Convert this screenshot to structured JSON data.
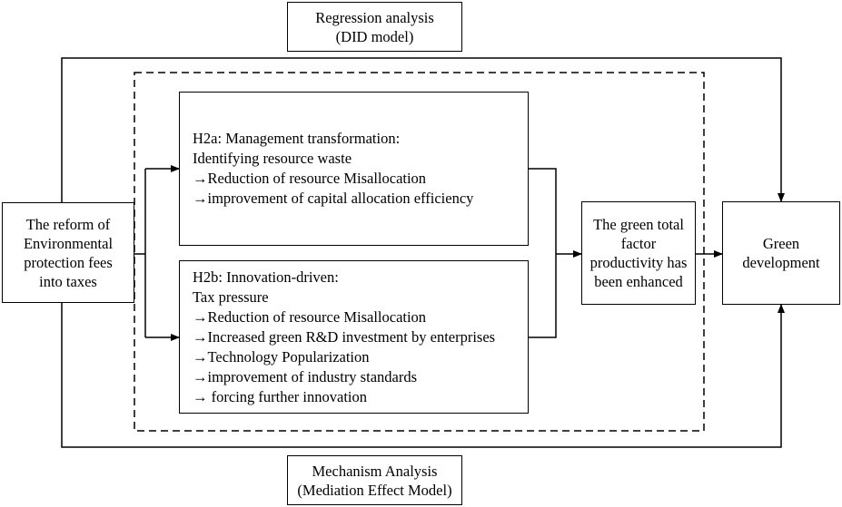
{
  "top_label": {
    "line1": "Regression analysis",
    "line2": "(DID model)"
  },
  "bottom_label": {
    "line1": "Mechanism Analysis",
    "line2": "(Mediation Effect Model)"
  },
  "input_box": {
    "lines": [
      "The reform of",
      "Environmental",
      "protection fees",
      "into taxes"
    ]
  },
  "h2a": {
    "title": "H2a: Management transformation:",
    "items": [
      "Identifying resource waste",
      "→Reduction of resource Misallocation",
      "→improvement of capital allocation efficiency"
    ]
  },
  "h2b": {
    "title": "H2b: Innovation-driven:",
    "items": [
      "Tax pressure",
      "→Reduction of resource Misallocation",
      "→Increased green R&D investment by enterprises",
      "→Technology Popularization",
      "→improvement of industry standards",
      "→ forcing further innovation"
    ]
  },
  "mid_box": {
    "lines": [
      "The green total",
      "factor",
      "productivity has",
      "been enhanced"
    ]
  },
  "output_box": {
    "lines": [
      "Green",
      "development"
    ]
  }
}
